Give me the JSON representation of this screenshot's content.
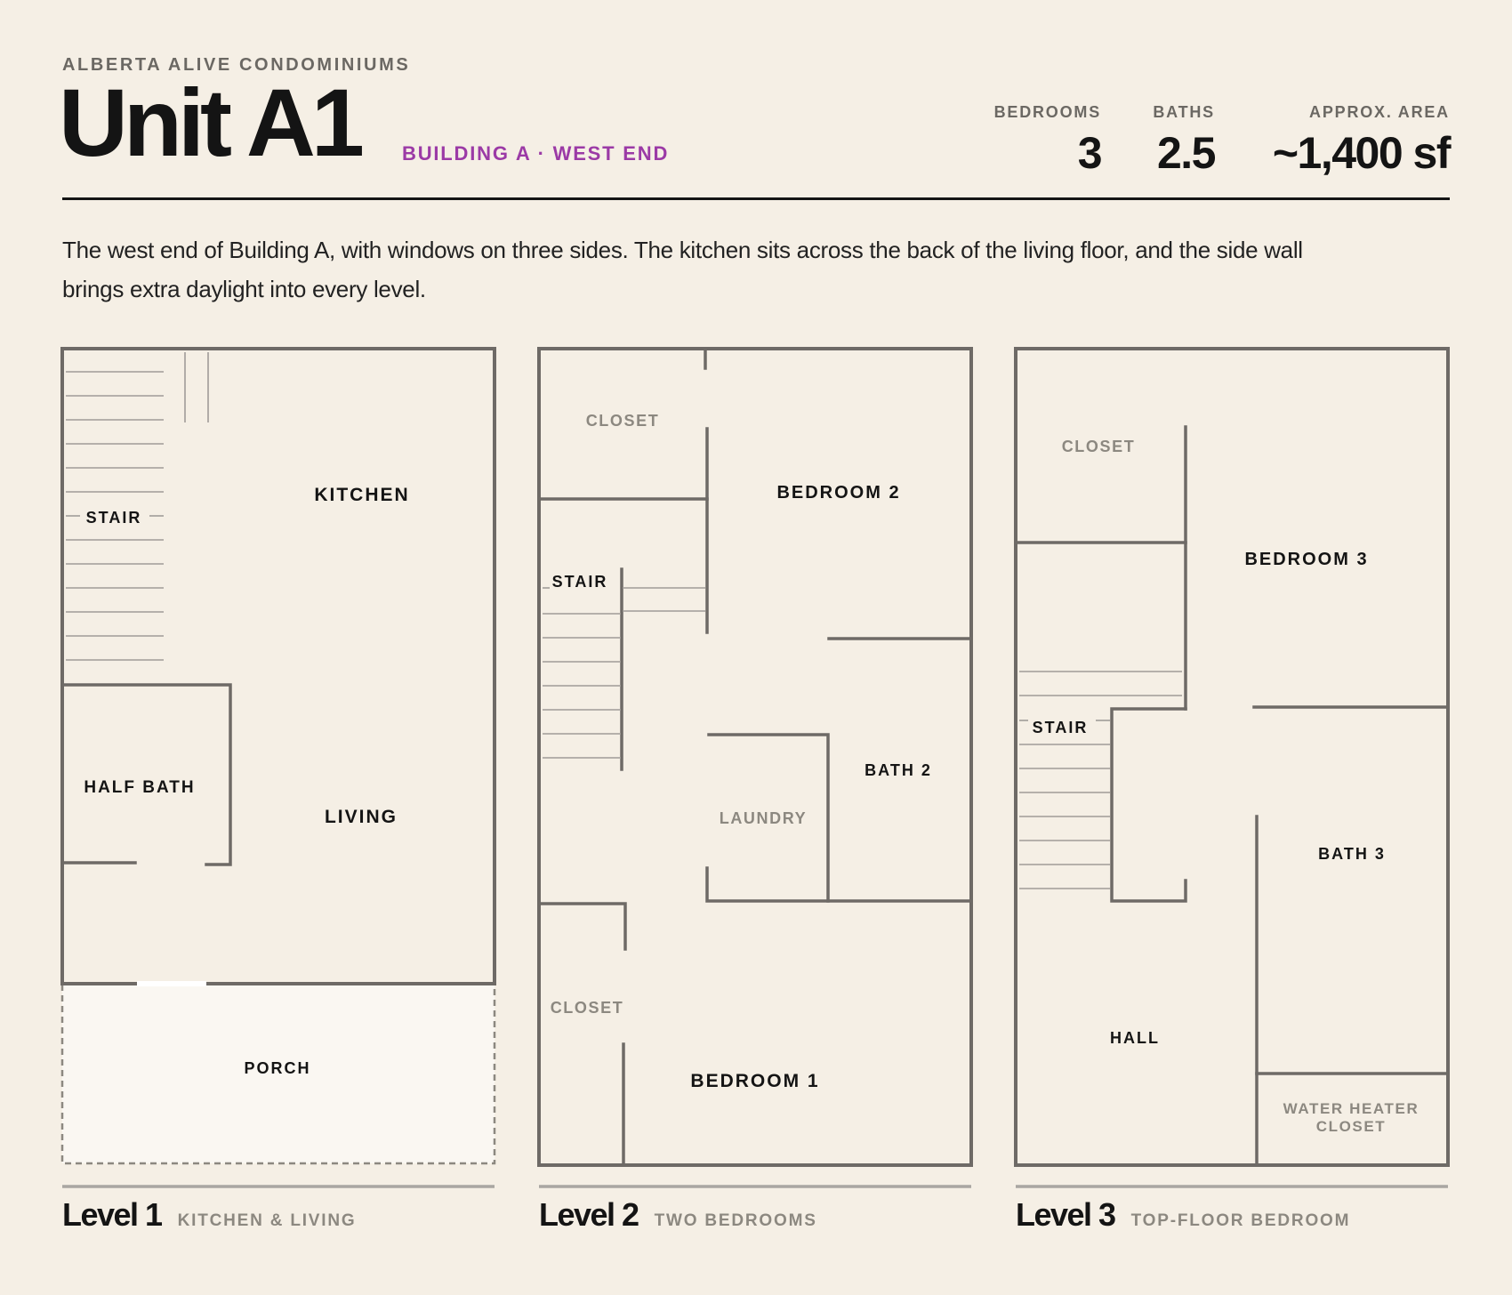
{
  "header": {
    "eyebrow": "ALBERTA ALIVE CONDOMINIUMS",
    "title": "Unit A1",
    "subtitle": "BUILDING A · WEST END",
    "stats": [
      {
        "label": "BEDROOMS",
        "value": "3"
      },
      {
        "label": "BATHS",
        "value": "2.5"
      },
      {
        "label": "APPROX. AREA",
        "value": "~1,400 sf"
      }
    ]
  },
  "description": "The west end of Building A, with windows on three sides. The kitchen sits across the back of the living floor, and the side wall brings extra daylight into every level.",
  "colors": {
    "background": "#f5efe5",
    "accent": "#9b3aa6",
    "wall": "#6e6a66",
    "room_fill": "#ffffff",
    "porch_fill": "#faf7f2"
  },
  "levels": [
    {
      "label": "Level 1",
      "subtitle": "KITCHEN & LIVING",
      "rooms": {
        "stair": "STAIR",
        "kitchen": "KITCHEN",
        "half_bath": "HALF BATH",
        "living": "LIVING",
        "porch": "PORCH"
      }
    },
    {
      "label": "Level 2",
      "subtitle": "TWO BEDROOMS",
      "rooms": {
        "closet_top": "CLOSET",
        "bedroom_2": "BEDROOM 2",
        "stair": "STAIR",
        "bath_2": "BATH 2",
        "laundry": "LAUNDRY",
        "closet_bottom": "CLOSET",
        "bedroom_1": "BEDROOM 1"
      }
    },
    {
      "label": "Level 3",
      "subtitle": "TOP-FLOOR BEDROOM",
      "rooms": {
        "closet": "CLOSET",
        "bedroom_3": "BEDROOM 3",
        "stair": "STAIR",
        "bath_3": "BATH 3",
        "hall": "HALL",
        "water_heater_line1": "WATER HEATER",
        "water_heater_line2": "CLOSET"
      }
    }
  ]
}
